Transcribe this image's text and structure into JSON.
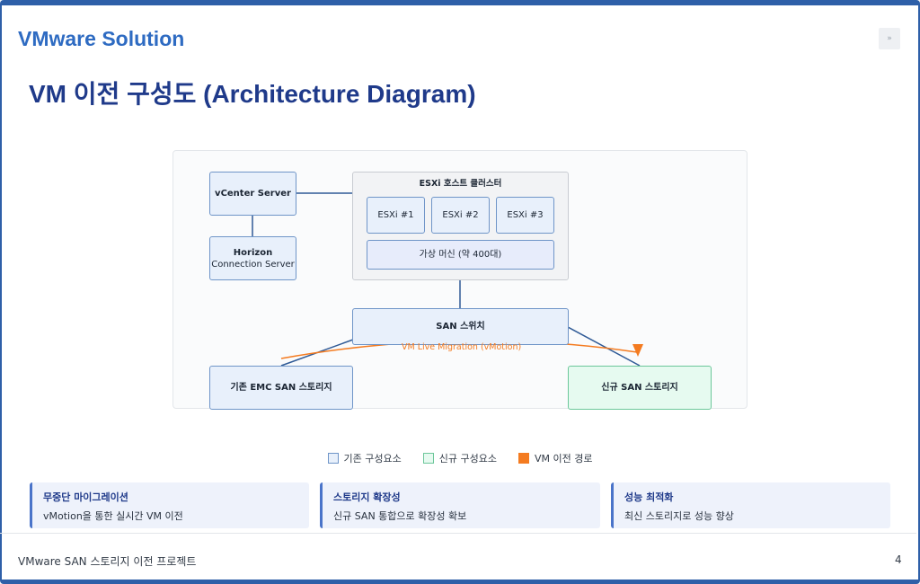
{
  "header": {
    "brand": "VMware Solution",
    "corner_icon": "»"
  },
  "slide": {
    "title": "VM 이전 구성도 (Architecture Diagram)"
  },
  "diagram": {
    "vcenter": "vCenter Server",
    "horizon_title": "Horizon",
    "horizon_sub": "Connection Server",
    "esxi_cluster": "ESXi 호스트 클러스터",
    "esxi_hosts": [
      "ESXi #1",
      "ESXi #2",
      "ESXi #3"
    ],
    "vms": "가상 머신 (약 400대)",
    "san_switch": "SAN 스위치",
    "old_storage": "기존 EMC SAN 스토리지",
    "new_storage": "신규 SAN 스토리지",
    "migration_label": "VM Live Migration (vMotion)"
  },
  "legend": {
    "old": "기존 구성요소",
    "new": "신규 구성요소",
    "path": "VM 이전 경로"
  },
  "colors": {
    "brand": "#2e6bc2",
    "title": "#1f3a8a",
    "old_component": "#e8f0fb",
    "new_component": "#e6faf0",
    "migration_path": "#f47b20"
  },
  "cards": [
    {
      "title": "무중단 마이그레이션",
      "desc": "vMotion을 통한 실시간 VM 이전"
    },
    {
      "title": "스토리지 확장성",
      "desc": "신규 SAN 통합으로 확장성 확보"
    },
    {
      "title": "성능 최적화",
      "desc": "최신 스토리지로 성능 향상"
    }
  ],
  "footer": {
    "project": "VMware SAN 스토리지 이전 프로젝트",
    "page": "4"
  }
}
